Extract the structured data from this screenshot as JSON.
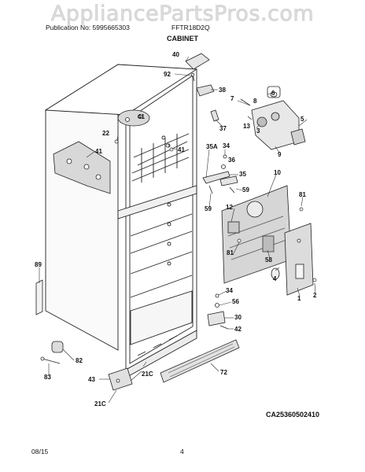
{
  "watermark": "AppliancePartsPros.com",
  "header": {
    "publication": "Publication No: 5995665303",
    "model": "FFTR18D2Q"
  },
  "section_title": "CABINET",
  "diagram_code": "CA25360502410",
  "footer": {
    "date": "08/15",
    "page": "4"
  },
  "callouts": [
    "40",
    "92",
    "38",
    "7",
    "6",
    "8",
    "5",
    "13",
    "37",
    "3",
    "9",
    "22",
    "41",
    "41",
    "34",
    "36",
    "35A",
    "35",
    "10",
    "41",
    "59",
    "59",
    "81",
    "12",
    "89",
    "81",
    "58",
    "4",
    "34",
    "56",
    "30",
    "42",
    "1",
    "2",
    "82",
    "83",
    "43",
    "21C",
    "72",
    "21C"
  ]
}
